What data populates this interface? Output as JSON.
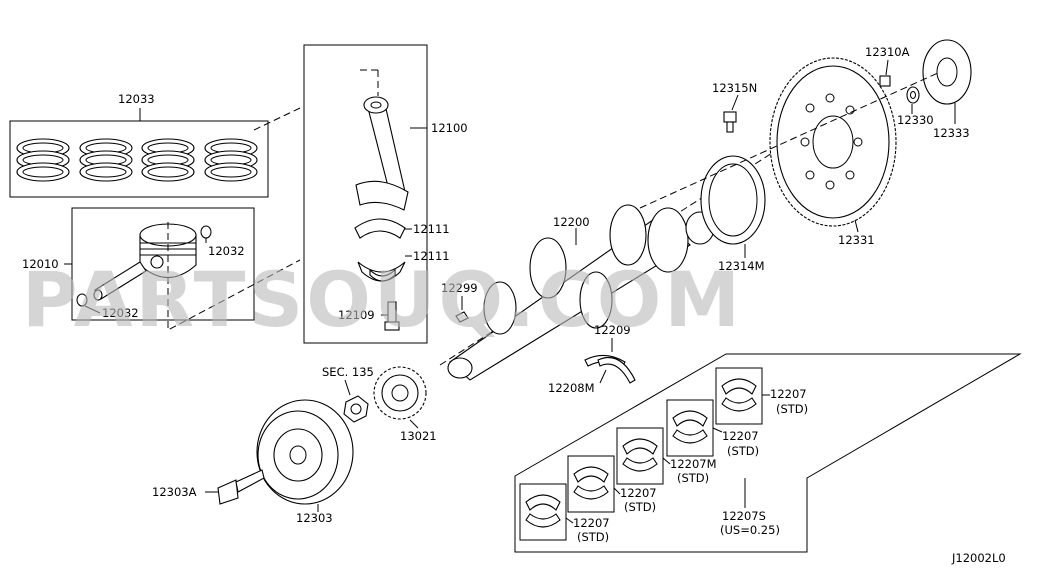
{
  "watermark": "PARTSOUQ.COM",
  "diagram_code": "J12002L0",
  "labels": {
    "p12033": "12033",
    "p12010": "12010",
    "p12032a": "12032",
    "p12032b": "12032",
    "p12100": "12100",
    "p12111a": "12111",
    "p12111b": "12111",
    "p12109": "12109",
    "p12299": "12299",
    "p12200": "12200",
    "p12209": "12209",
    "p12208M": "12208M",
    "sec135": "SEC. 135",
    "p13021": "13021",
    "p12303A": "12303A",
    "p12303": "12303",
    "p12315N": "12315N",
    "p12310A": "12310A",
    "p12330": "12330",
    "p12333": "12333",
    "p12331": "12331",
    "p12314M": "12314M",
    "p12207a": "12207",
    "p12207a_sub": "(STD)",
    "p12207b": "12207",
    "p12207b_sub": "(STD)",
    "p12207M": "12207M",
    "p12207M_sub": "(STD)",
    "p12207c": "12207",
    "p12207c_sub": "(STD)",
    "p12207d": "12207",
    "p12207d_sub": "(STD)",
    "p12207S": "12207S",
    "p12207S_sub": "(US=0.25)"
  }
}
